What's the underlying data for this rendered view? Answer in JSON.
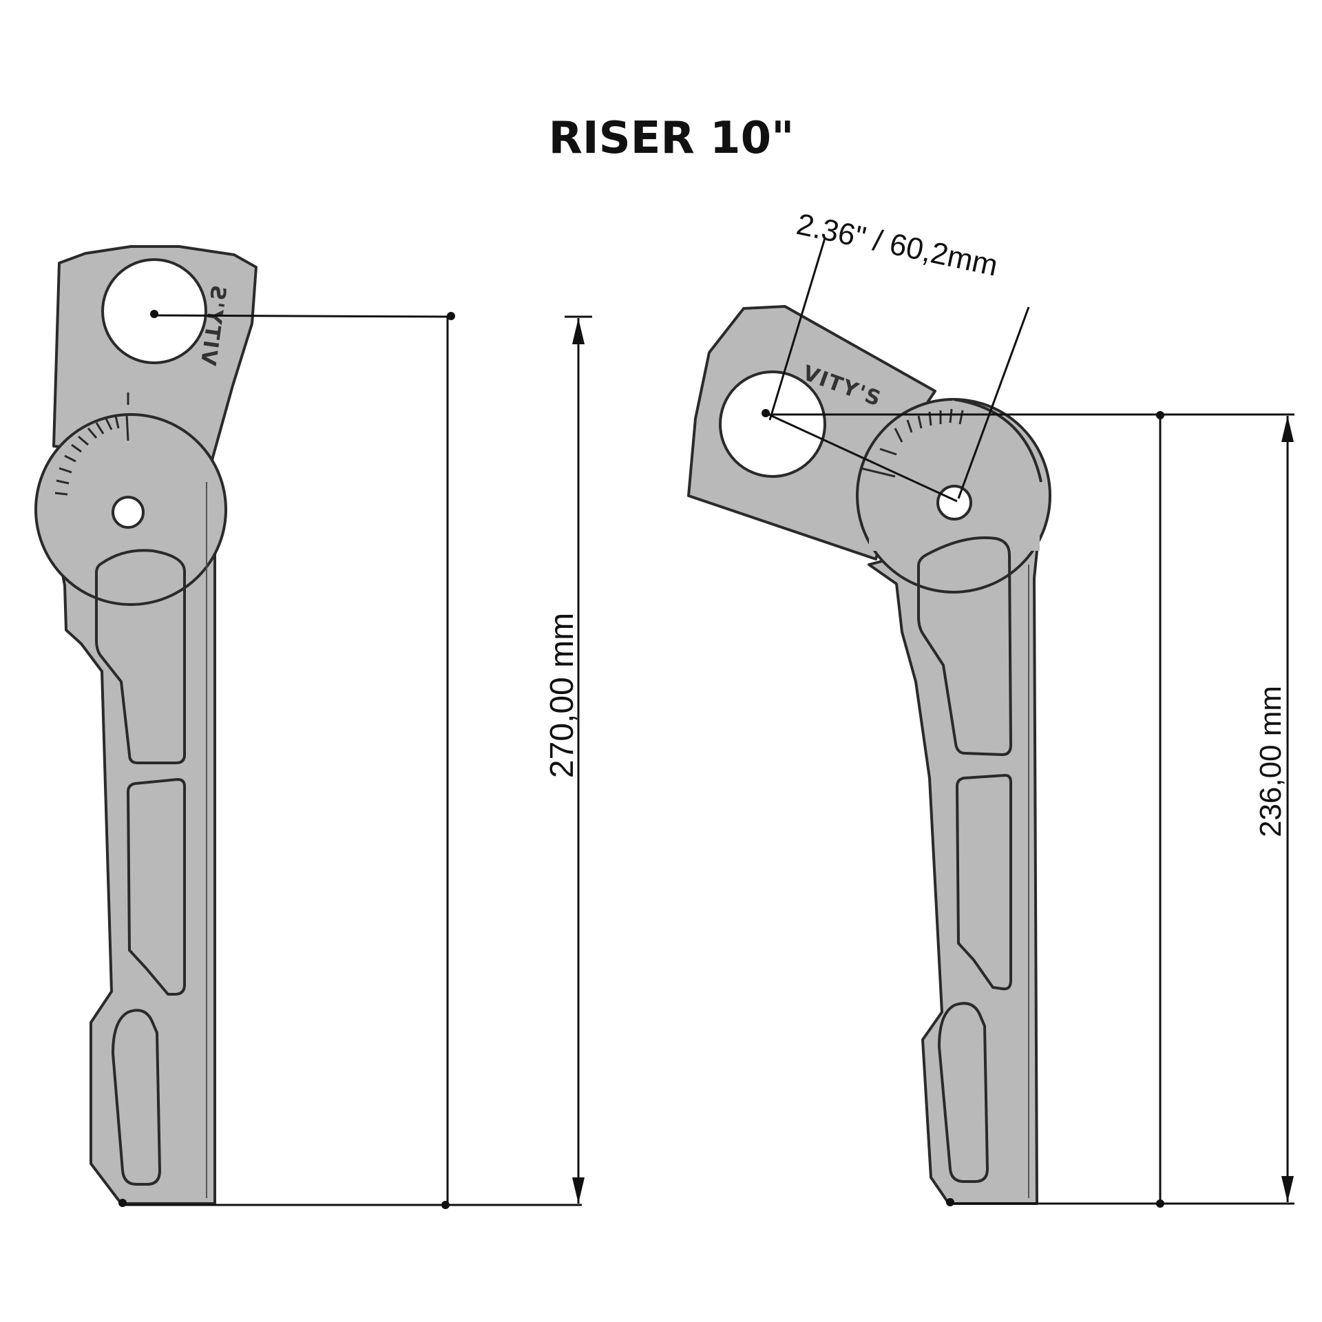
{
  "title": "RISER 10\"",
  "left_view": {
    "height_label": "270,00  mm",
    "brand_label": "VITY'S"
  },
  "right_view": {
    "height_label": "236,00 mm",
    "offset_label": "2.36\" / 60,2mm",
    "brand_label": "VITY'S"
  }
}
